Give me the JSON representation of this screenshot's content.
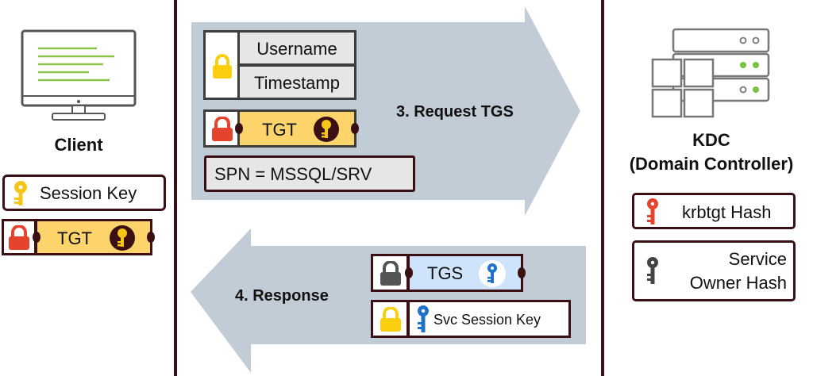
{
  "client": {
    "label": "Client",
    "session_key_label": "Session Key",
    "tgt_label": "TGT"
  },
  "request": {
    "arrow_label": "3. Request TGS",
    "username_label": "Username",
    "timestamp_label": "Timestamp",
    "tgt_label": "TGT",
    "spn_label": "SPN = MSSQL/SRV"
  },
  "response": {
    "arrow_label": "4. Response",
    "tgs_label": "TGS",
    "svc_session_key_label": "Svc Session Key"
  },
  "kdc": {
    "label_line1": "KDC",
    "label_line2": "(Domain Controller)",
    "krbtgt_label": "krbtgt Hash",
    "service_owner_line1": "Service",
    "service_owner_line2": "Owner Hash"
  },
  "colors": {
    "border": "#3a1014",
    "arrow": "#c2ccd6",
    "ticket_yellow": "#fdd46b",
    "ticket_blue": "#cfe4fa",
    "lock_red": "#e5432b",
    "lock_yellow": "#fbcf0f",
    "lock_gray": "#555555",
    "key_yellow": "#f5c518",
    "key_red": "#e5432b",
    "key_gray": "#444444",
    "key_blue": "#1e73c8",
    "server_green": "#7ac142"
  },
  "icons": [
    "monitor-icon",
    "server-icon",
    "lock-icon",
    "key-icon",
    "arrow-right",
    "arrow-left"
  ]
}
